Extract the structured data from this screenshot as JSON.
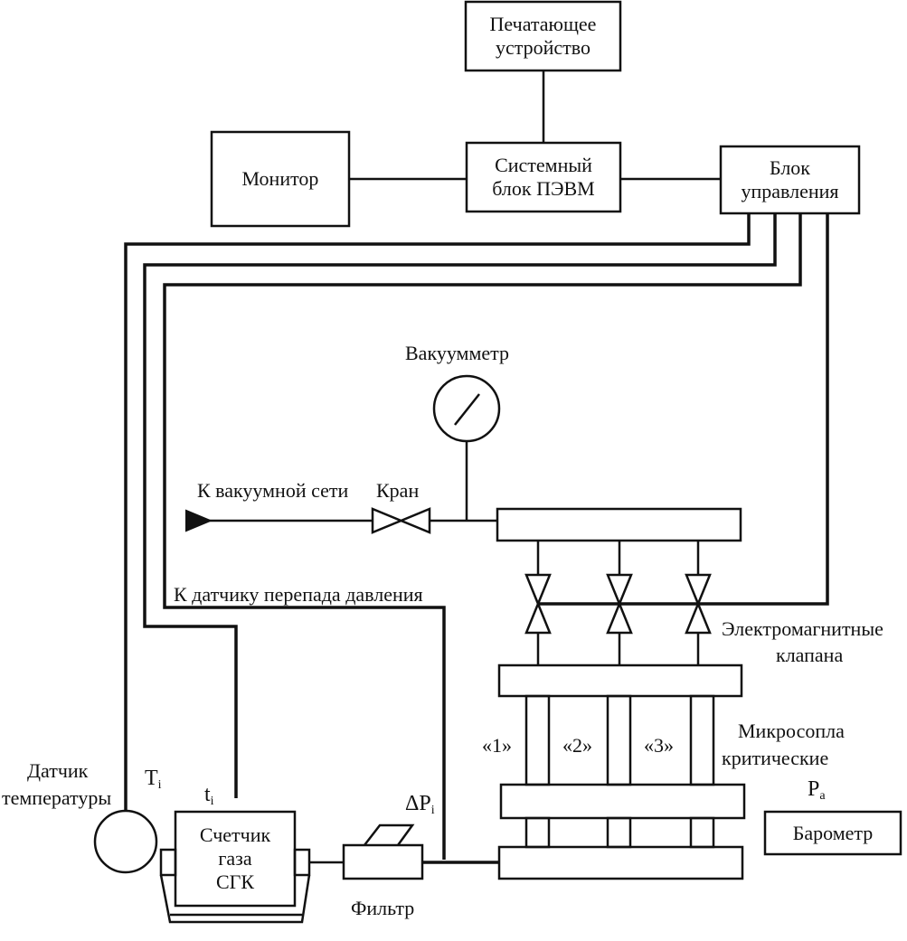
{
  "boxes": {
    "printer": [
      "Печатающее",
      "устройство"
    ],
    "monitor": "Монитор",
    "system_unit": [
      "Системный",
      "блок ПЭВМ"
    ],
    "control_unit": [
      "Блок",
      "управления"
    ],
    "gas_meter": [
      "Счетчик",
      "газа",
      "СГК"
    ],
    "barometer": "Барометр"
  },
  "labels": {
    "vacuum_gauge": "Вакуумметр",
    "to_vacuum_line": "К вакуумной сети",
    "valve": "Кран",
    "to_dp_sensor": "К датчику перепада давления",
    "solenoid_valves": [
      "Электромагнитные",
      "клапана"
    ],
    "nozzle_1": "«1»",
    "nozzle_2": "«2»",
    "nozzle_3": "«3»",
    "nozzles": [
      "Микросопла",
      "критические"
    ],
    "temperature_sensor": [
      "Датчик",
      "температуры"
    ],
    "filter": "Фильтр"
  },
  "symbols": {
    "T": "T",
    "T_sub": "i",
    "t": "t",
    "t_sub": "i",
    "dP": "ΔP",
    "dP_sub": "i",
    "P": "P",
    "P_sub": "a"
  }
}
